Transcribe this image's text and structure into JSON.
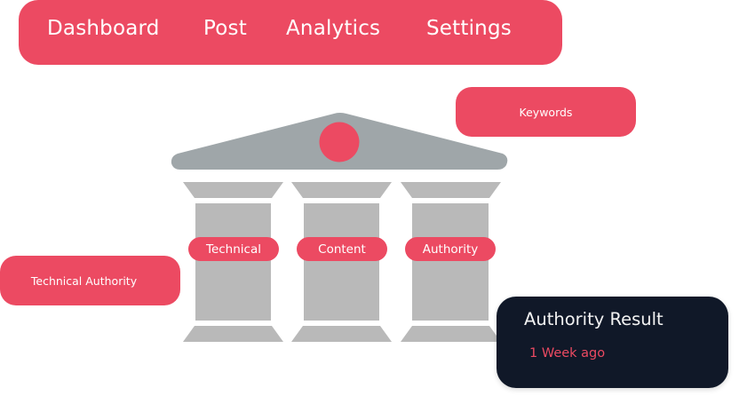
{
  "nav": {
    "items": [
      "Dashboard",
      "Post",
      "Analytics",
      "Settings"
    ]
  },
  "tags": {
    "keywords": "Keywords",
    "technical_authority": "Technical Authority"
  },
  "pillars": [
    "Technical",
    "Content",
    "Authority"
  ],
  "result_card": {
    "title": "Authority Result",
    "subtitle": "1 Week ago"
  },
  "colors": {
    "accent": "#ec4a62",
    "roof": "#9fa6a9",
    "column": "#b9b9b9",
    "card": "#101828"
  }
}
